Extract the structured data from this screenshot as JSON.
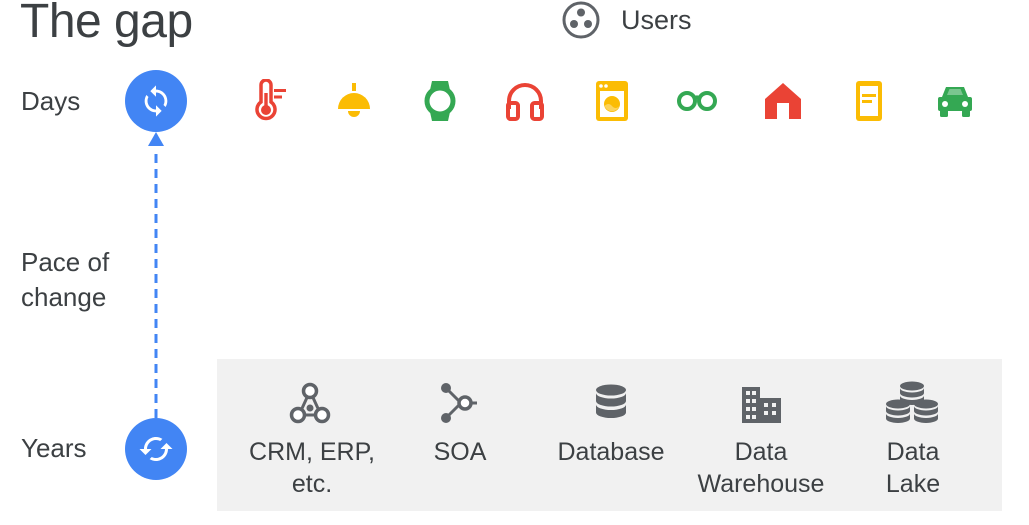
{
  "title": "The gap",
  "users": {
    "label": "Users",
    "icon": "users-group-icon"
  },
  "axis": {
    "top_label": "Days",
    "middle_label_line1": "Pace of",
    "middle_label_line2": "change",
    "bottom_label": "Years",
    "top_icon": "sync-fast-icon",
    "bottom_icon": "sync-slow-icon",
    "arrow_color": "#4285f4"
  },
  "devices": [
    {
      "icon": "thermostat-icon",
      "color": "#ea4335"
    },
    {
      "icon": "ceiling-lamp-icon",
      "color": "#fbbc04"
    },
    {
      "icon": "smartwatch-icon",
      "color": "#34a853"
    },
    {
      "icon": "headphones-icon",
      "color": "#ea4335"
    },
    {
      "icon": "washing-machine-icon",
      "color": "#fbbc04"
    },
    {
      "icon": "glasses-icon",
      "color": "#34a853"
    },
    {
      "icon": "home-icon",
      "color": "#ea4335"
    },
    {
      "icon": "tablet-icon",
      "color": "#fbbc04"
    },
    {
      "icon": "car-icon",
      "color": "#34a853"
    }
  ],
  "systems": [
    {
      "icon": "hub-network-icon",
      "line1": "CRM, ERP,",
      "line2": "etc."
    },
    {
      "icon": "service-graph-icon",
      "line1": "SOA",
      "line2": ""
    },
    {
      "icon": "database-icon",
      "line1": "Database",
      "line2": ""
    },
    {
      "icon": "warehouse-building-icon",
      "line1": "Data",
      "line2": "Warehouse"
    },
    {
      "icon": "data-lake-icon",
      "line1": "Data",
      "line2": "Lake"
    }
  ],
  "colors": {
    "text": "#3c4043",
    "blue": "#4285f4",
    "red": "#ea4335",
    "yellow": "#fbbc04",
    "green": "#34a853",
    "panel_bg": "#f1f1f1",
    "icon_gray": "#5f6368"
  }
}
